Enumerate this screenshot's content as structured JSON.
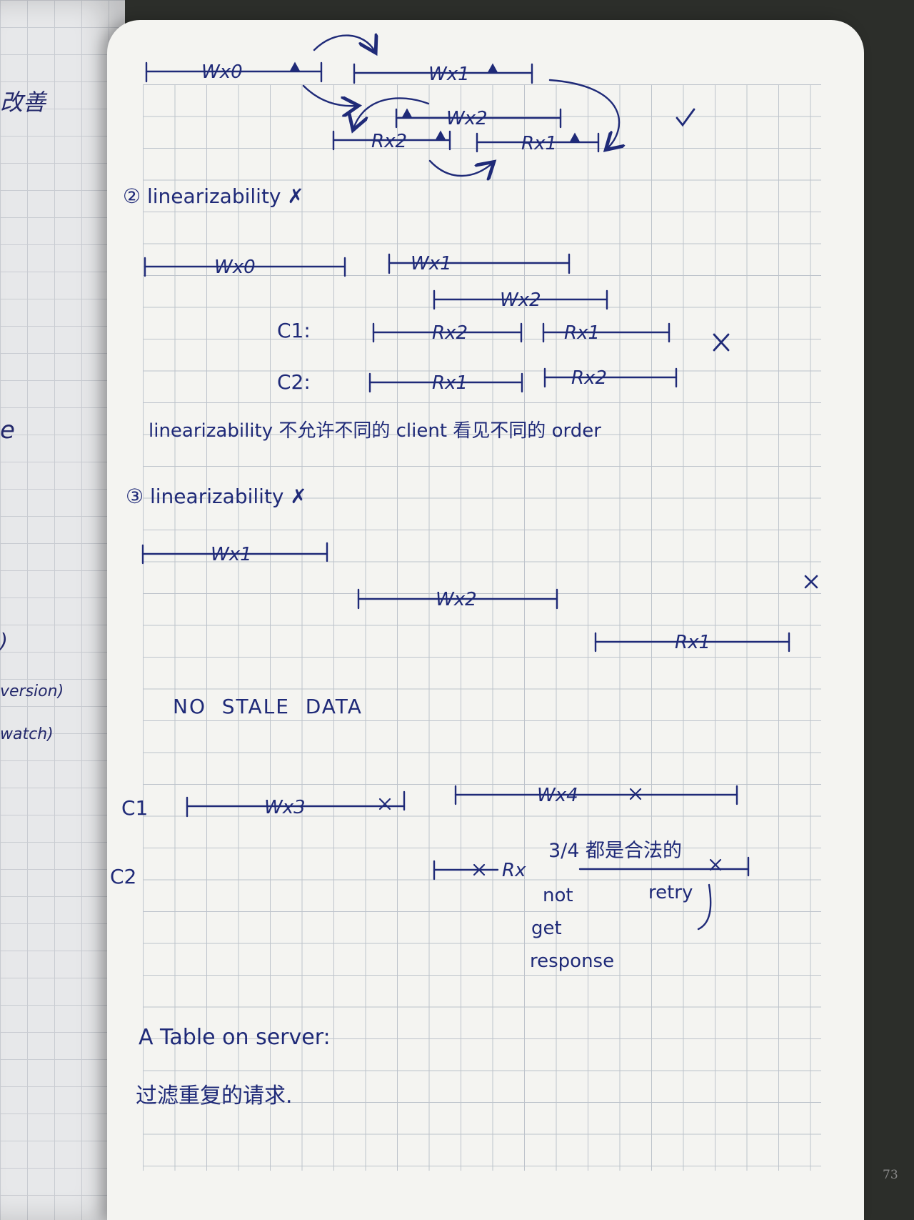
{
  "left_page": {
    "fragments": [
      "改善",
      "e",
      ")",
      "version)",
      "watch)"
    ]
  },
  "diagram_1": {
    "ops": [
      "Wx0",
      "Wx1",
      "Wx2",
      "Rx2",
      "Rx1"
    ],
    "verdict": "✓"
  },
  "section_2": {
    "heading": "② linearizability ✗",
    "ops": [
      "Wx0",
      "Wx1",
      "Wx2",
      "Rx2",
      "Rx1",
      "Rx1",
      "Rx2"
    ],
    "client_labels": [
      "C1:",
      "C2:"
    ],
    "verdict": "✕",
    "note": "linearizability 不允许不同的 client 看见不同的 order"
  },
  "section_3": {
    "heading": "③ linearizability ✗",
    "ops": [
      "Wx1",
      "Wx2",
      "Rx1"
    ],
    "verdict": "✕",
    "note": "NO  STALE  DATA"
  },
  "section_4": {
    "client_labels": [
      "C1",
      "C2"
    ],
    "ops": [
      "Wx3",
      "Wx4",
      "Rx"
    ],
    "annotation": "3/4 都是合法的",
    "not_get_response": [
      "not",
      "get",
      "response"
    ],
    "retry": "retry"
  },
  "footer": {
    "line1": "A Table on server:",
    "line2": "过滤重复的请求."
  },
  "page_number": "73"
}
